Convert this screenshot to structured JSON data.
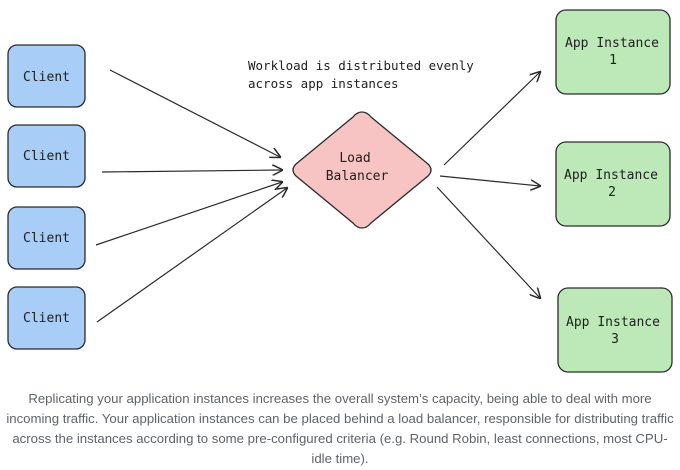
{
  "diagram": {
    "clients": [
      "Client",
      "Client",
      "Client",
      "Client"
    ],
    "load_balancer": {
      "line1": "Load",
      "line2": "Balancer"
    },
    "annotation": {
      "line1": "Workload is distributed evenly",
      "line2": "across app instances"
    },
    "instances": [
      {
        "line1": "App Instance",
        "line2": "1"
      },
      {
        "line1": "App Instance",
        "line2": "2"
      },
      {
        "line1": "App Instance",
        "line2": "3"
      }
    ],
    "colors": {
      "client_fill": "#a8cdf6",
      "client_stroke": "#2b2b2b",
      "lb_fill": "#f7c3c3",
      "lb_stroke": "#2b2b2b",
      "instance_fill": "#bde9b9",
      "instance_stroke": "#2b2b2b",
      "arrow": "#2b2b2b",
      "caption": "#5f6368"
    }
  },
  "caption": "Replicating your application instances increases the overall system’s capacity, being able to deal with more incoming traffic. Your application instances can be placed behind a load balancer, responsible for distributing traffic across the instances according to some pre-configured criteria (e.g. Round Robin, least connections, most CPU-idle time)."
}
